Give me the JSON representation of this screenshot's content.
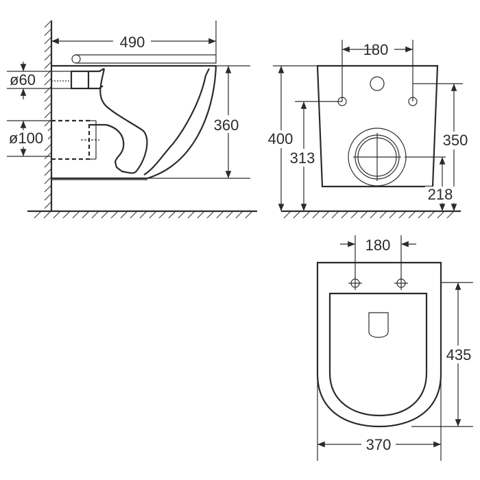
{
  "side_view": {
    "width_dim": "490",
    "height_dim": "360",
    "pipe_small": "ø60",
    "pipe_large": "ø100"
  },
  "front_view": {
    "bolt_spacing": "180",
    "total_height": "400",
    "bolt_height": "350",
    "outlet_center": "313",
    "outlet_bottom": "218"
  },
  "top_view": {
    "bolt_spacing": "180",
    "depth": "435",
    "width": "370"
  }
}
